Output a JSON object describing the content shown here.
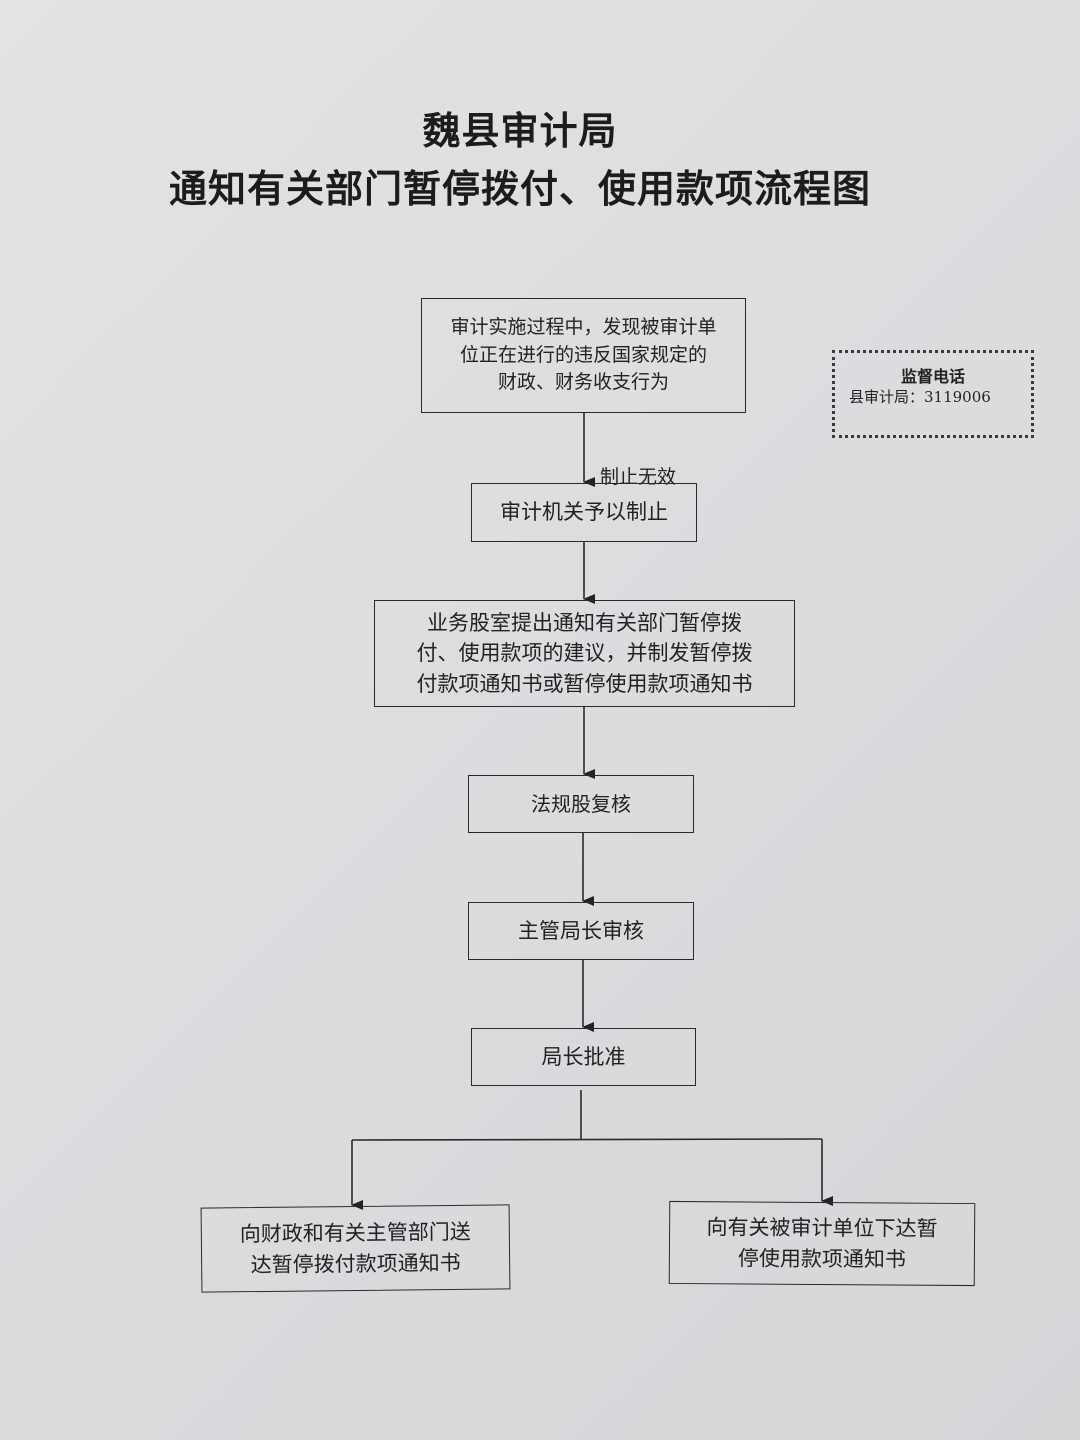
{
  "title": {
    "line1": "魏县审计局",
    "line2": "通知有关部门暂停拨付、使用款项流程图"
  },
  "hotline": {
    "title": "监督电话",
    "line": "县审计局：3119006"
  },
  "flow": {
    "start": [
      "审计实施过程中，发现被审计单",
      "位正在进行的违反国家规定的",
      "财政、财务收支行为"
    ],
    "stop": "审计机关予以制止",
    "stop_invalid_label": "制止无效",
    "propose": [
      "业务股室提出通知有关部门暂停拨",
      "付、使用款项的建议，并制发暂停拨",
      "付款项通知书或暂停使用款项通知书"
    ],
    "legal_review": "法规股复核",
    "deputy_review": "主管局长审核",
    "director_approve": "局长批准",
    "finance_notice": [
      "向财政和有关主管部门送",
      "达暂停拨付款项通知书"
    ],
    "unit_notice": [
      "向有关被审计单位下达暂",
      "停使用款项通知书"
    ]
  }
}
